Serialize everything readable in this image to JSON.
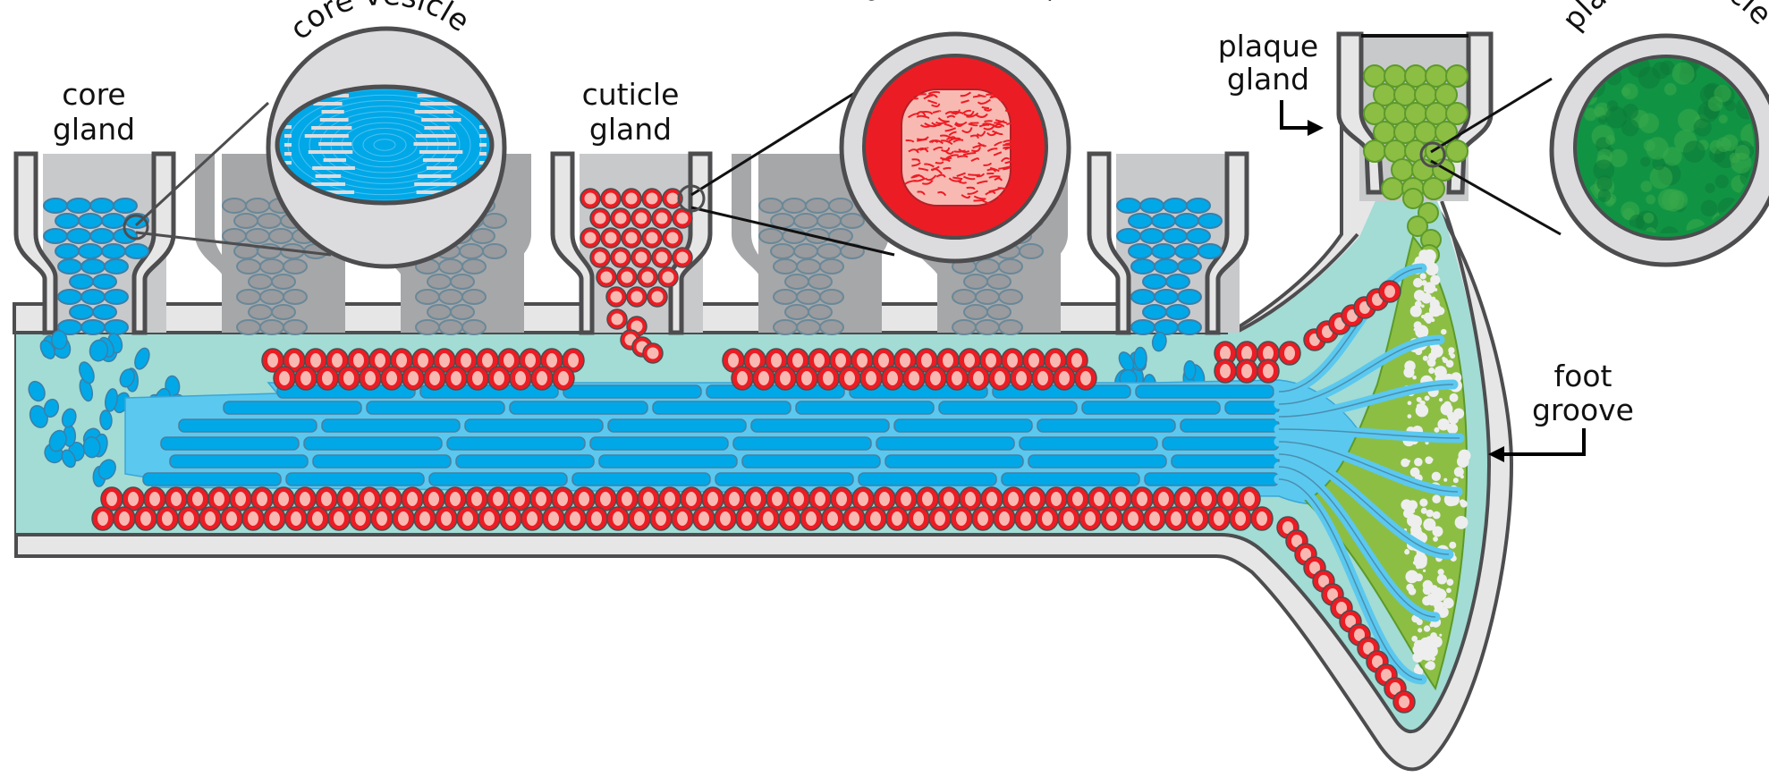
{
  "title": "Byssus thread formation in the foot groove",
  "labels": {
    "core_gland": [
      "core",
      "gland"
    ],
    "core_vesicle": "core vesicle",
    "cuticle_gland": [
      "cuticle",
      "gland"
    ],
    "cuticle_vesicle": "cuticle vesicle",
    "plaque_gland": [
      "plaque",
      "gland"
    ],
    "plaque_vesicle": "plaque vesicle",
    "foot_groove": [
      "foot",
      "groove"
    ]
  },
  "colors": {
    "outline": "#4d4d4f",
    "wall": "#e6e6e7",
    "gland_fill": "#c8c9cb",
    "inactive_gland": "#a6a7a9",
    "inactive_vesicle": "#9a9b9e",
    "inactive_vesicle_stroke": "#6a8898",
    "groove_fluid": "#a2dcd4",
    "core_blue": "#00a8e8",
    "core_sheath": "#5bc8ef",
    "cuticle_red": "#ec1c24",
    "cuticle_pink": "#f8b9b2",
    "plaque_green": "#8cbe44",
    "plaque_dark": "#109444",
    "foam_white": "#eeeeee"
  },
  "glands": [
    {
      "name": "core-gland-1",
      "type": "core",
      "state": "active"
    },
    {
      "name": "core-gland-2",
      "type": "core",
      "state": "inactive"
    },
    {
      "name": "core-gland-3",
      "type": "core",
      "state": "inactive"
    },
    {
      "name": "cuticle-gland-1",
      "type": "cuticle",
      "state": "active"
    },
    {
      "name": "core-gland-4",
      "type": "core",
      "state": "inactive"
    },
    {
      "name": "core-gland-5",
      "type": "core",
      "state": "inactive"
    },
    {
      "name": "core-gland-6",
      "type": "core",
      "state": "active"
    },
    {
      "name": "plaque-gland-1",
      "type": "plaque",
      "state": "active"
    }
  ],
  "insets": [
    {
      "name": "core-vesicle-inset",
      "label_key": "core_vesicle",
      "content": "core"
    },
    {
      "name": "cuticle-vesicle-inset",
      "label_key": "cuticle_vesicle",
      "content": "cuticle"
    },
    {
      "name": "plaque-vesicle-inset",
      "label_key": "plaque_vesicle",
      "content": "plaque"
    }
  ]
}
